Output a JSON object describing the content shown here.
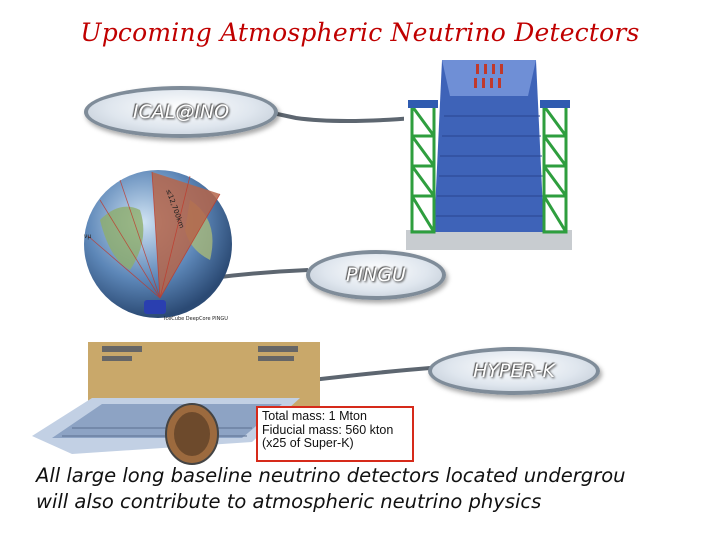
{
  "title": "Upcoming Atmospheric Neutrino Detectors",
  "bubbles": {
    "ical": "ICAL@INO",
    "pingu": "PINGU",
    "hyperk": "HYPER-K"
  },
  "globe_labels": {
    "nu": "νμ",
    "distance": "≤12,700km",
    "detector": "IceCube DeepCore PINGU"
  },
  "hyperk_info": {
    "line1": "Total mass: 1 Mton",
    "line2": "Fiducial mass: 560 kton",
    "line3": "(x25 of Super-K)"
  },
  "footer": {
    "line1": "All large long baseline neutrino detectors located undergrou",
    "line2": "will also contribute to  atmospheric neutrino physics"
  },
  "colors": {
    "title": "#c00000",
    "bubble_border": "#7f8c99",
    "infobox_border": "#d62a1a"
  }
}
